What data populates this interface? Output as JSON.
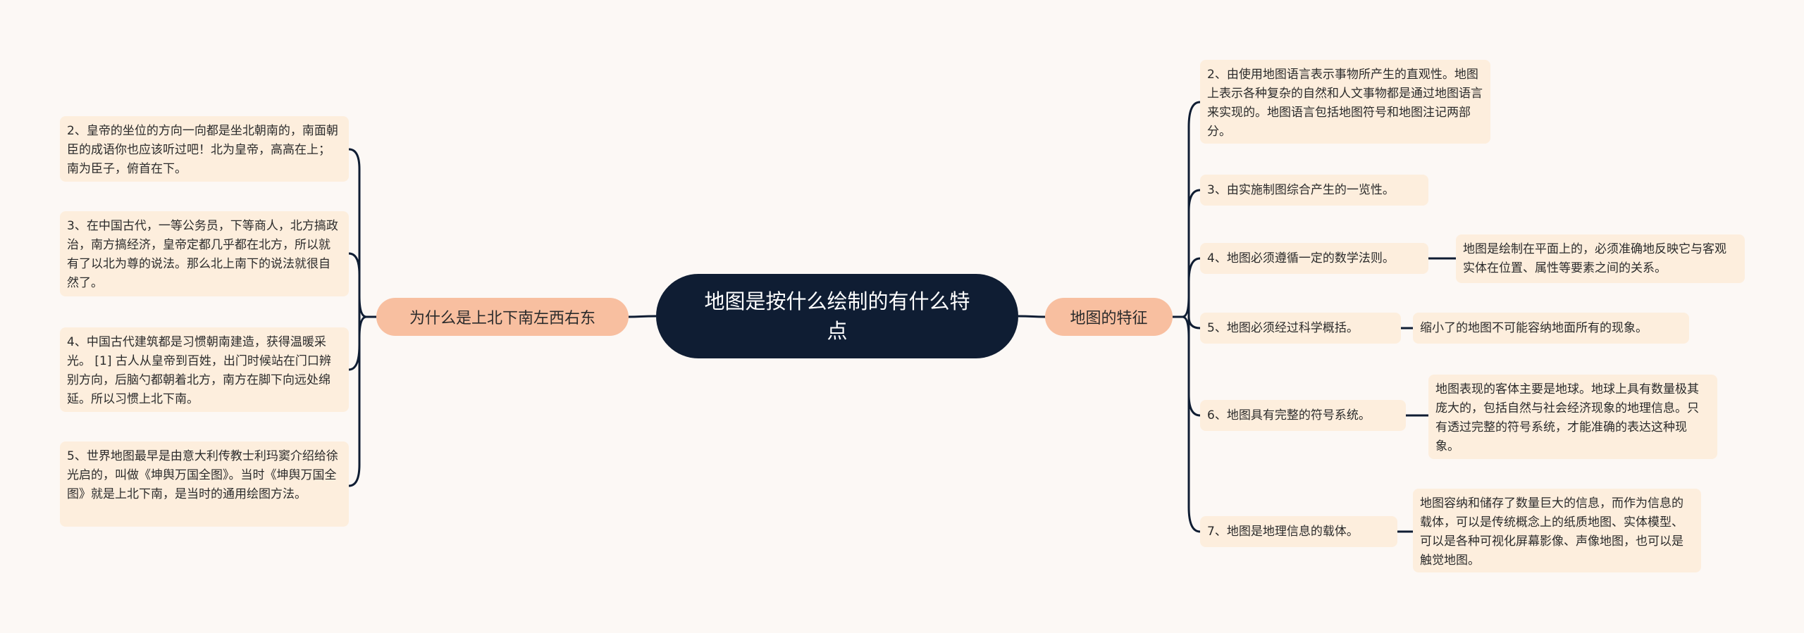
{
  "root": {
    "title": "地图是按什么绘制的有什么特点"
  },
  "left_branch": {
    "label": "为什么是上北下南左西右东",
    "items": [
      "2、皇帝的坐位的方向一向都是坐北朝南的，南面朝臣的成语你也应该听过吧！北为皇帝，高高在上；南为臣子，俯首在下。",
      "3、在中国古代，一等公务员，下等商人，北方搞政治，南方搞经济，皇帝定都几乎都在北方，所以就有了以北为尊的说法。那么北上南下的说法就很自然了。",
      "4、中国古代建筑都是习惯朝南建造，获得温暖采光。 [1] 古人从皇帝到百姓，出门时候站在门口辨别方向，后脑勺都朝着北方，南方在脚下向远处绵延。所以习惯上北下南。",
      "5、世界地图最早是由意大利传教士利玛窦介绍给徐光启的，叫做《坤舆万国全图》。当时《坤舆万国全图》就是上北下南，是当时的通用绘图方法。"
    ]
  },
  "right_branch": {
    "label": "地图的特征",
    "items": [
      {
        "text": "2、由使用地图语言表示事物所产生的直观性。地图上表示各种复杂的自然和人文事物都是通过地图语言来实现的。地图语言包括地图符号和地图注记两部分。"
      },
      {
        "text": "3、由实施制图综合产生的一览性。"
      },
      {
        "text": "4、地图必须遵循一定的数学法则。",
        "detail": "地图是绘制在平面上的，必须准确地反映它与客观实体在位置、属性等要素之间的关系。"
      },
      {
        "text": "5、地图必须经过科学概括。",
        "detail": "缩小了的地图不可能容纳地面所有的现象。"
      },
      {
        "text": "6、地图具有完整的符号系统。",
        "detail": "地图表现的客体主要是地球。地球上具有数量极其庞大的，包括自然与社会经济现象的地理信息。只有透过完整的符号系统，才能准确的表达这种现象。"
      },
      {
        "text": "7、地图是地理信息的载体。",
        "detail": "地图容纳和储存了数量巨大的信息，而作为信息的载体，可以是传统概念上的纸质地图、实体模型、可以是各种可视化屏幕影像、声像地图，也可以是触觉地图。"
      }
    ]
  },
  "colors": {
    "root": "#0f1d33",
    "branch": "#f8bfa0",
    "leaf": "#fdeedd",
    "line": "#0f1d33",
    "background": "#fcf8f5"
  }
}
